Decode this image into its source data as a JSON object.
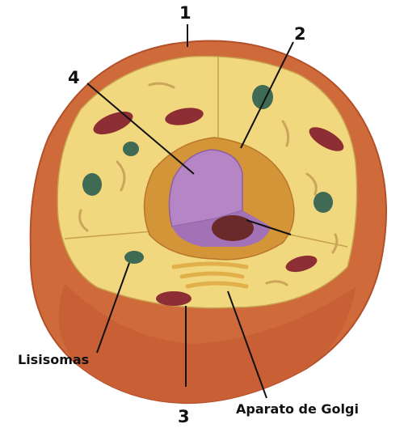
{
  "labels": {
    "n1": "1",
    "n2": "2",
    "n3": "3",
    "n4": "4",
    "lisosomas": "Lisisomas",
    "golgi": "Aparato de Golgi"
  },
  "colors": {
    "membrane": "#cf6a3a",
    "membrane_dark": "#b3502a",
    "cytoplasm": "#f1d77e",
    "cytoplasm_inner": "#e7c56e",
    "nucleus": "#b585c6",
    "nucleolus": "#6b2a2a",
    "nuclear_envelope": "#d49438",
    "mitochondria": "#8d2e34",
    "vacuole": "#3f6b55",
    "organelle_outline": "#caa55a",
    "golgi": "#e2b04a",
    "label_text": "#111111"
  }
}
